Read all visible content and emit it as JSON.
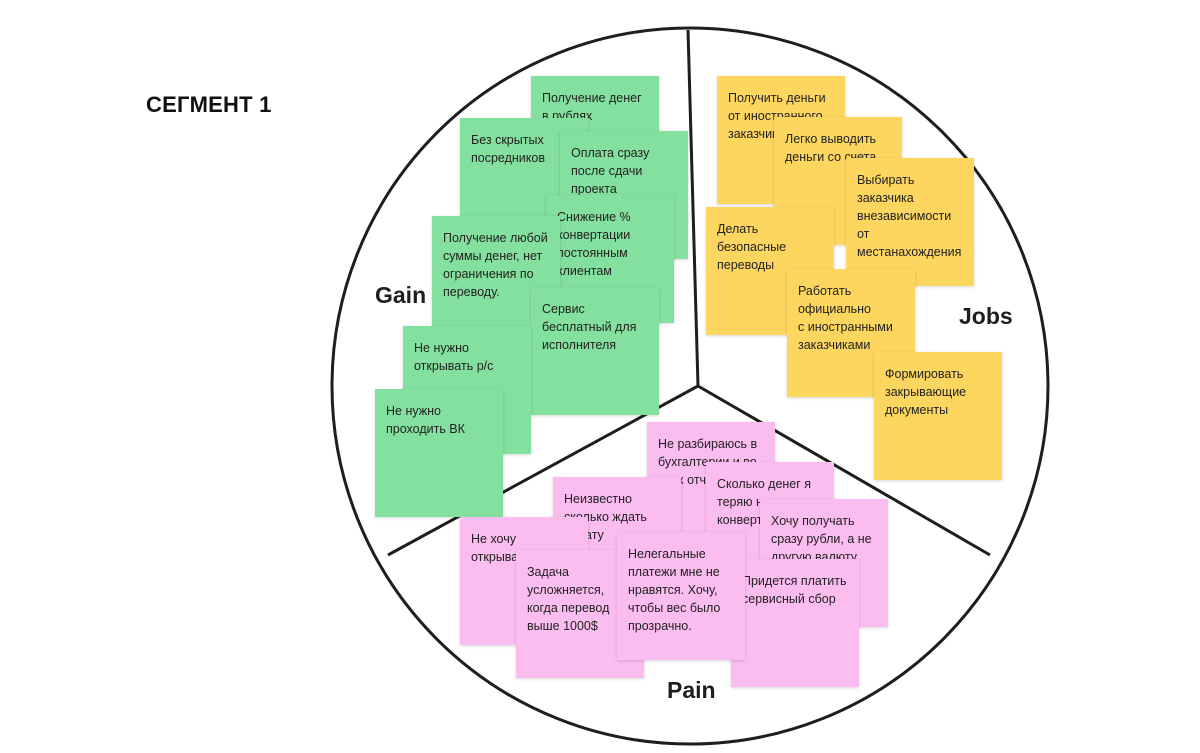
{
  "title": "СЕГМЕНТ 1",
  "sections": {
    "gain": "Gain",
    "jobs": "Jobs",
    "pain": "Pain"
  },
  "colors": {
    "gain": "#84e09f",
    "jobs": "#fdd660",
    "pain": "#fbbcf0",
    "outline": "#1e1e1e"
  },
  "notes": {
    "gain": [
      "Получение денег\nв рублях",
      "Без скрытых\nпосредников",
      "Оплата сразу\nпосле сдачи\nпроекта",
      "Снижение %\nконвертации\nпостоянным\nклиентам",
      "Получение любой\nсуммы денег, нет\nограничения по\nпереводу.",
      "Сервис\nбесплатный для\nисполнителя",
      "Не нужно\nоткрывать р/с",
      "Не нужно\nпроходить ВК"
    ],
    "jobs": [
      "Получить деньги\nот иностранного\nзаказчика",
      "Легко выводить\nденьги со счета",
      "Выбирать\nзаказчика\nвнезависимости\nот\nместанахождения",
      "Делать\nбезопасные\nпереводы",
      "Работать\nофициально\nс иностранными\nзаказчиками",
      "Формировать\nзакрывающие\nдокументы"
    ],
    "pain": [
      "Не разбираюсь в\nбухгалтерии и во\nвсех отчетах",
      "Сколько денег я\nтеряю на\nконвертации",
      "Неизвестно\nсколько ждать\nоплату",
      "Хочу получать\nсразу рубли, а не\nдругую валюту.",
      "Не хочу\nоткрывать р/с",
      "Задача\nусложняется,\nкогда перевод\nвыше 1000$",
      "Нелегальные\nплатежи мне не\nнравятся. Хочу,\nчтобы вес было\nпрозрачно.",
      "Придется платить\nсервисный сбор"
    ]
  }
}
